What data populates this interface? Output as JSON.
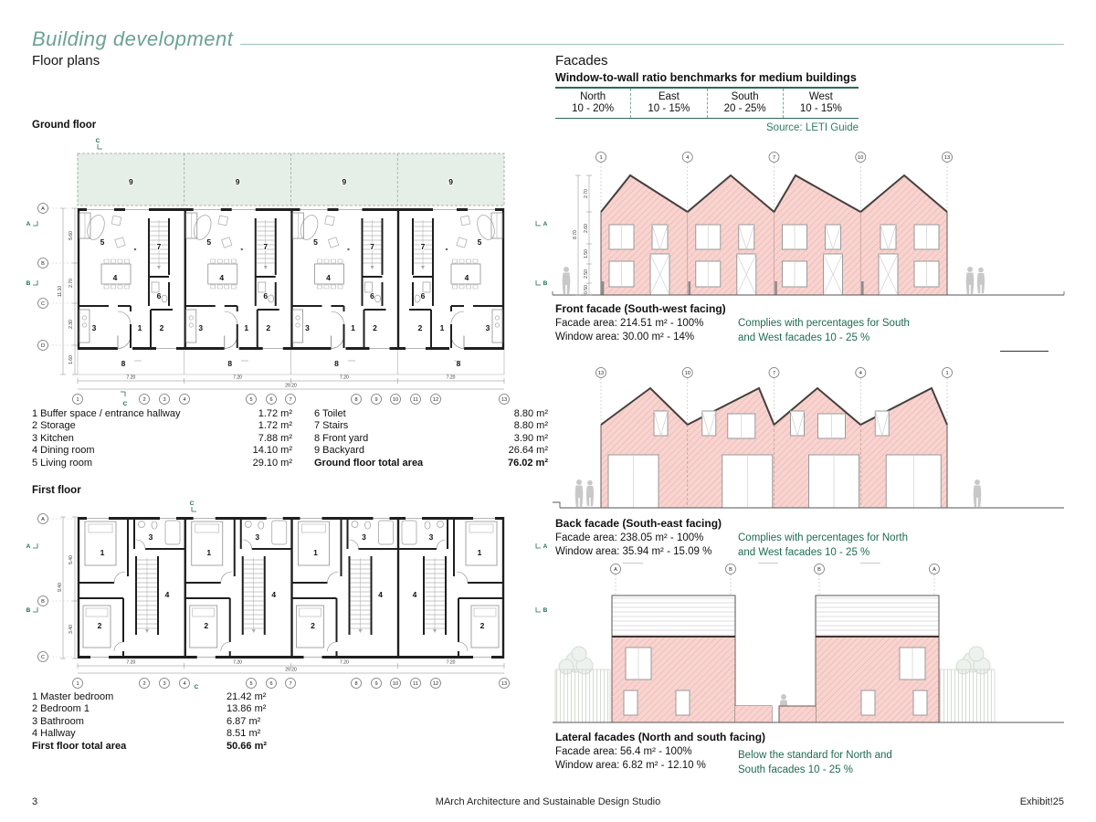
{
  "colors": {
    "accent_teal": "#6ba293",
    "green_text": "#1d6b52",
    "facade_pink": "#f8d3cf",
    "hatch_pink": "#e2aaa4",
    "backyard_green": "#e6efe7"
  },
  "header": {
    "title": "Building development",
    "floor_plans": "Floor plans",
    "facades": "Facades"
  },
  "benchmarks": {
    "title": "Window-to-wall ratio benchmarks for medium buildings",
    "source": "Source: LETI Guide",
    "columns": [
      {
        "dir": "North",
        "range": "10 - 20%"
      },
      {
        "dir": "East",
        "range": "10 - 15%"
      },
      {
        "dir": "South",
        "range": "20 - 25%"
      },
      {
        "dir": "West",
        "range": "10 - 15%"
      }
    ]
  },
  "rooms": {
    "r1": "1",
    "r2": "2",
    "r3": "3",
    "r4": "4",
    "r5": "5",
    "r6": "6",
    "r7": "7",
    "r8": "8",
    "r9": "9"
  },
  "grid": {
    "n": [
      "1",
      "2",
      "3",
      "4",
      "5",
      "6",
      "7",
      "8",
      "9",
      "10",
      "11",
      "12",
      "13"
    ],
    "letters": [
      "A",
      "B",
      "C",
      "D"
    ]
  },
  "ground": {
    "label": "Ground floor",
    "dims": {
      "unit": "7.20",
      "total": "29.20",
      "overall": "11.10",
      "segs": [
        "5.60",
        "2.70",
        "2.30",
        "1.60"
      ]
    },
    "legend_left": [
      {
        "label": "1 Buffer space / entrance hallway",
        "area": "1.72 m²"
      },
      {
        "label": "2 Storage",
        "area": "1.72 m²"
      },
      {
        "label": "3 Kitchen",
        "area": "7.88 m²"
      },
      {
        "label": "4 Dining room",
        "area": "14.10 m²"
      },
      {
        "label": "5 Living room",
        "area": "29.10 m²"
      }
    ],
    "legend_right": [
      {
        "label": "6 Toilet",
        "area": "8.80 m²"
      },
      {
        "label": "7 Stairs",
        "area": "8.80 m²"
      },
      {
        "label": "8 Front yard",
        "area": "3.90 m²"
      },
      {
        "label": "9 Backyard",
        "area": "26.64 m²"
      }
    ],
    "total_label": "Ground floor total area",
    "total_area": "76.02 m²"
  },
  "first": {
    "label": "First floor",
    "dims": {
      "unit": "7.20",
      "total": "29.20",
      "overall": "9.40",
      "segs": [
        "5.40",
        "3.40"
      ]
    },
    "legend": [
      {
        "label": "1 Master bedroom",
        "area": "21.42 m²"
      },
      {
        "label": "2 Bedroom 1",
        "area": "13.86 m²"
      },
      {
        "label": "3 Bathroom",
        "area": "6.87 m²"
      },
      {
        "label": "4 Hallway",
        "area": "8.51 m²"
      }
    ],
    "total_label": "First floor total area",
    "total_area": "50.66 m²"
  },
  "facades": {
    "front": {
      "title": "Front facade (South-west facing)",
      "area_line": "Facade area: 214.51 m² - 100%",
      "window_line": "Window area: 30.00 m² - 14%",
      "note1": "Complies with percentages for South",
      "note2": "and West facades 10 - 25 %",
      "bubbles": [
        "1",
        "4",
        "7",
        "10",
        "13"
      ],
      "dims": [
        "2.70",
        "2.60",
        "1.50",
        "2.50",
        "0.50"
      ],
      "overall": "8.70"
    },
    "back": {
      "title": "Back facade (South-east facing)",
      "area_line": "Facade area: 238.05 m² - 100%",
      "window_line": "Window area: 35.94 m² - 15.09 %",
      "note1": "Complies with percentages for North",
      "note2": "and West facades 10 - 25 %",
      "bubbles": [
        "13",
        "10",
        "7",
        "4",
        "1"
      ]
    },
    "lateral": {
      "title": "Lateral facades (North and south facing)",
      "area_line": "Facade area: 56.4 m² - 100%",
      "window_line": "Window area: 6.82 m² - 12.10 %",
      "note1": "Below the standard for North and",
      "note2": "South facades 10 - 25 %",
      "bubbles_left": [
        "A",
        "B"
      ],
      "bubbles_right": [
        "B",
        "A"
      ]
    }
  },
  "footer": {
    "page": "3",
    "center": "MArch Architecture and Sustainable Design Studio",
    "right": "Exhibit!25"
  }
}
